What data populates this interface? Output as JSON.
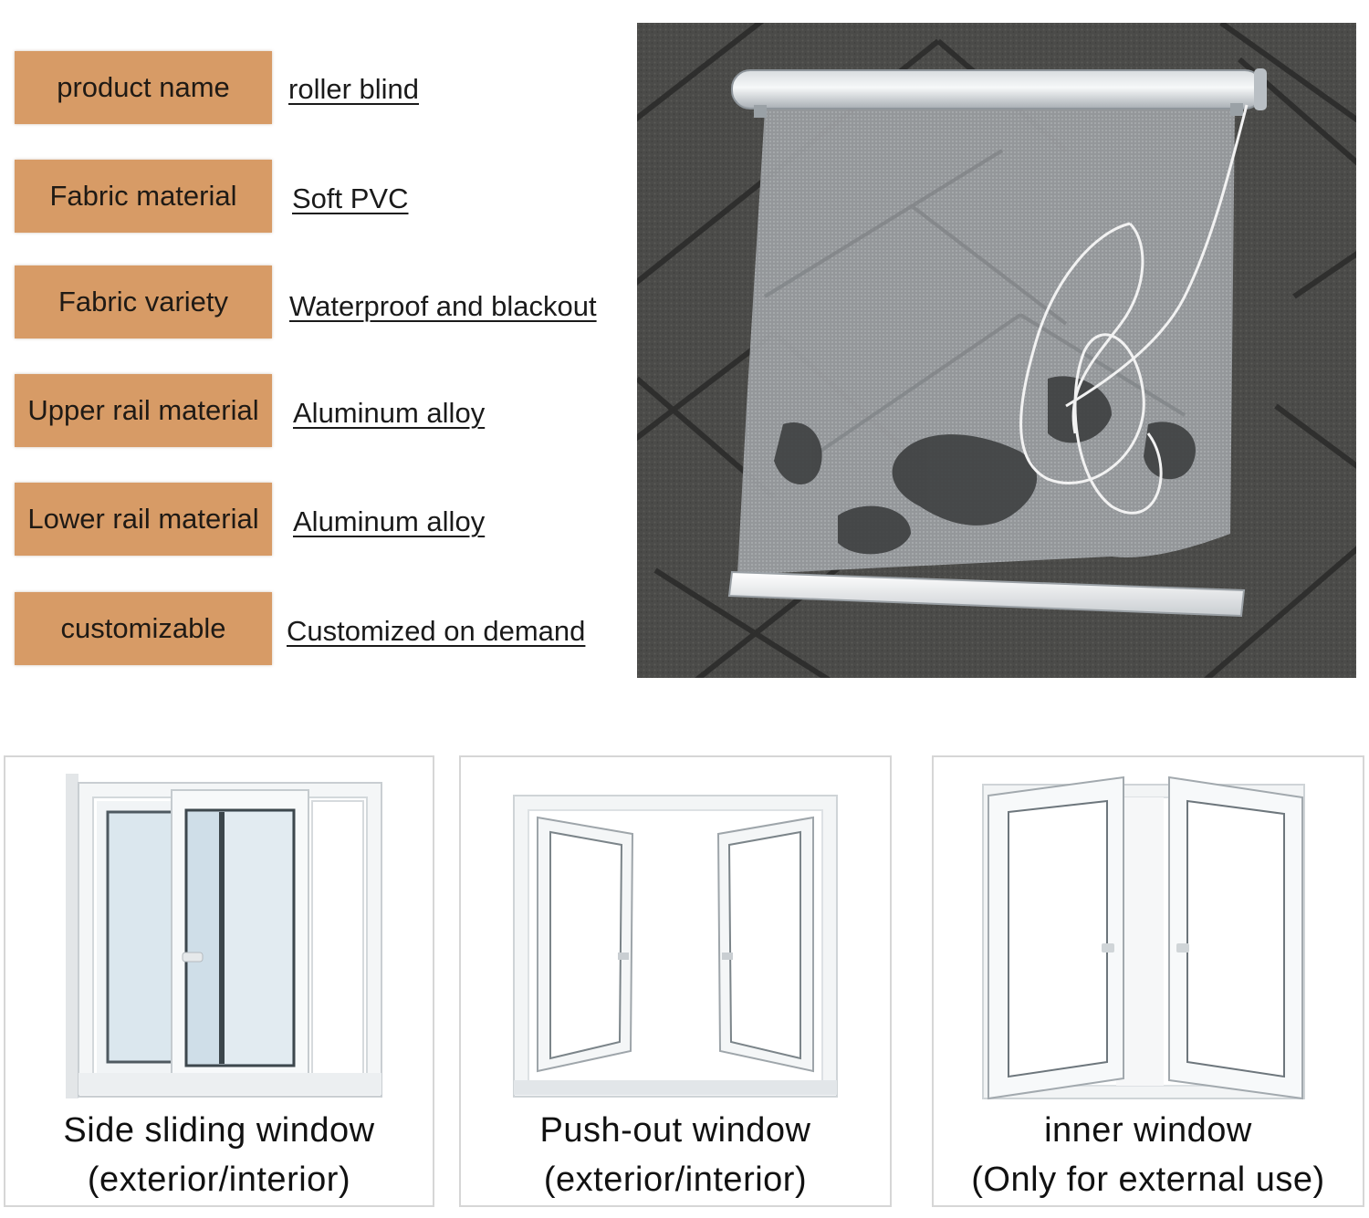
{
  "specs": [
    {
      "label": "product name",
      "value": "roller blind"
    },
    {
      "label": "Fabric material",
      "value": "Soft PVC"
    },
    {
      "label": "Fabric variety",
      "value": "Waterproof and blackout"
    },
    {
      "label": "Upper rail material",
      "value": "Aluminum alloy"
    },
    {
      "label": "Lower rail material",
      "value": "Aluminum alloy"
    },
    {
      "label": "customizable",
      "value": "Customized on demand"
    }
  ],
  "windows": [
    {
      "title": "Side sliding window",
      "subtitle": "(exterior/interior)",
      "icon": "side-sliding-window-icon"
    },
    {
      "title": "Push-out window",
      "subtitle": "(exterior/interior)",
      "icon": "push-out-window-icon"
    },
    {
      "title": "inner window",
      "subtitle": "(Only for external use)",
      "icon": "inner-window-icon"
    }
  ],
  "colors": {
    "label_bg": "#d79b66",
    "frame": "#f2f4f5",
    "glass": "#dde8ef",
    "pavement": "#4a4a48"
  }
}
